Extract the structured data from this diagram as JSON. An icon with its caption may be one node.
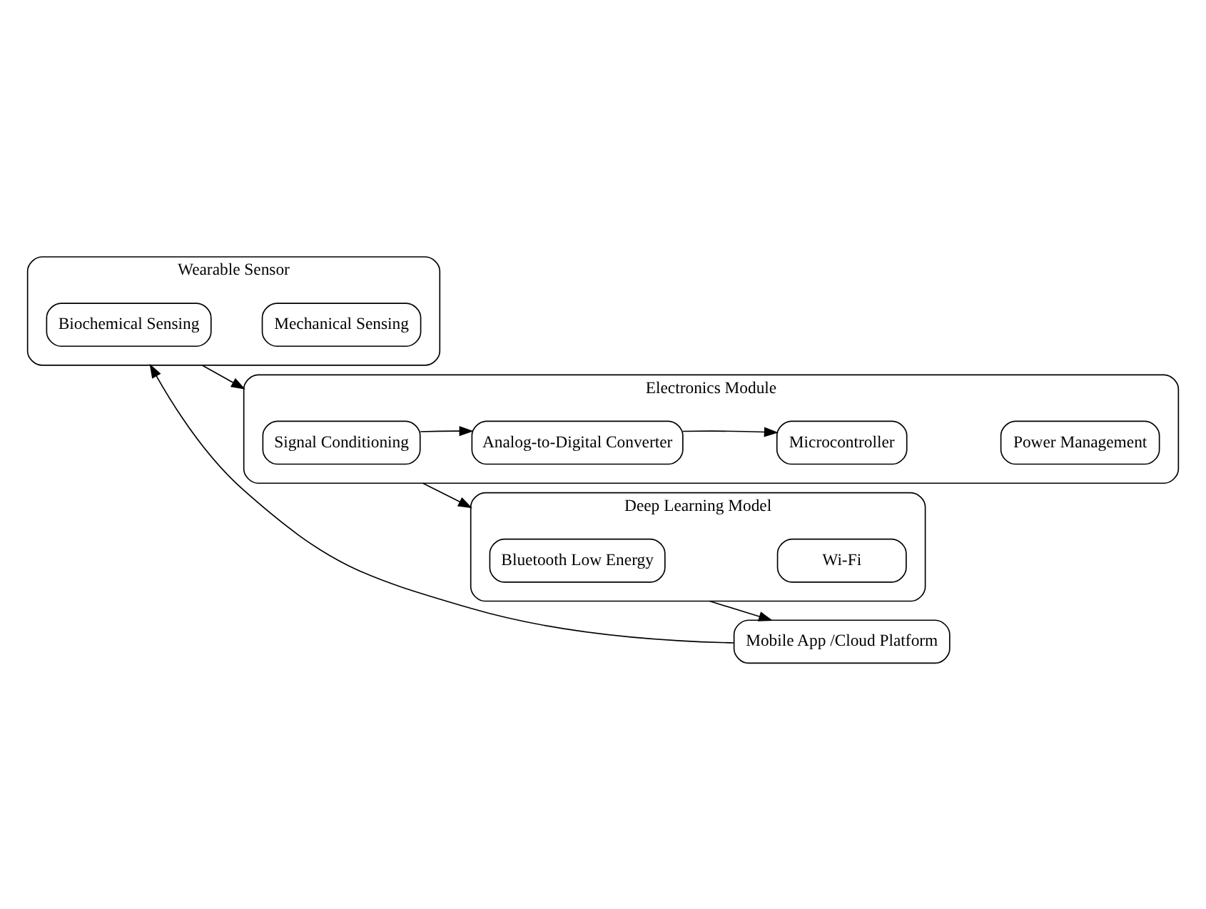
{
  "diagram": {
    "nodes": [
      {
        "text": [
          "Wearable Sensor"
        ]
      },
      {
        "text": [
          "Biochemical Sensing"
        ],
        "in": 0
      },
      {
        "text": [
          "Mechanical Sensing"
        ],
        "in": 0
      },
      {
        "text": [
          "Electronics Module"
        ]
      },
      {
        "text": [
          "Signal Conditioning"
        ],
        "in": 3
      },
      {
        "text": [
          "Analog-to-Digital Converter"
        ],
        "in": 3
      },
      {
        "text": [
          "Microcontroller"
        ],
        "in": 3
      },
      {
        "text": [
          "Power Management"
        ],
        "in": 3
      },
      {
        "text": [
          "Deep Learning Model"
        ]
      },
      {
        "text": [
          "Bluetooth Low Energy"
        ],
        "in": 8
      },
      {
        "text": [
          "Wi-Fi"
        ],
        "in": 8
      },
      {
        "text": [
          "Mobile App /Cloud Platform"
        ]
      }
    ],
    "edges": [
      {
        "from": 0,
        "to": 3,
        "arrow": "to"
      },
      {
        "from": 4,
        "to": 5,
        "arrow": "to"
      },
      {
        "from": 5,
        "to": 6,
        "arrow": "to"
      },
      {
        "from": 3,
        "to": 8,
        "arrow": "to"
      },
      {
        "from": 8,
        "to": 11,
        "arrow": "to"
      },
      {
        "from": 11,
        "to": 0,
        "arrow": "to"
      }
    ]
  }
}
